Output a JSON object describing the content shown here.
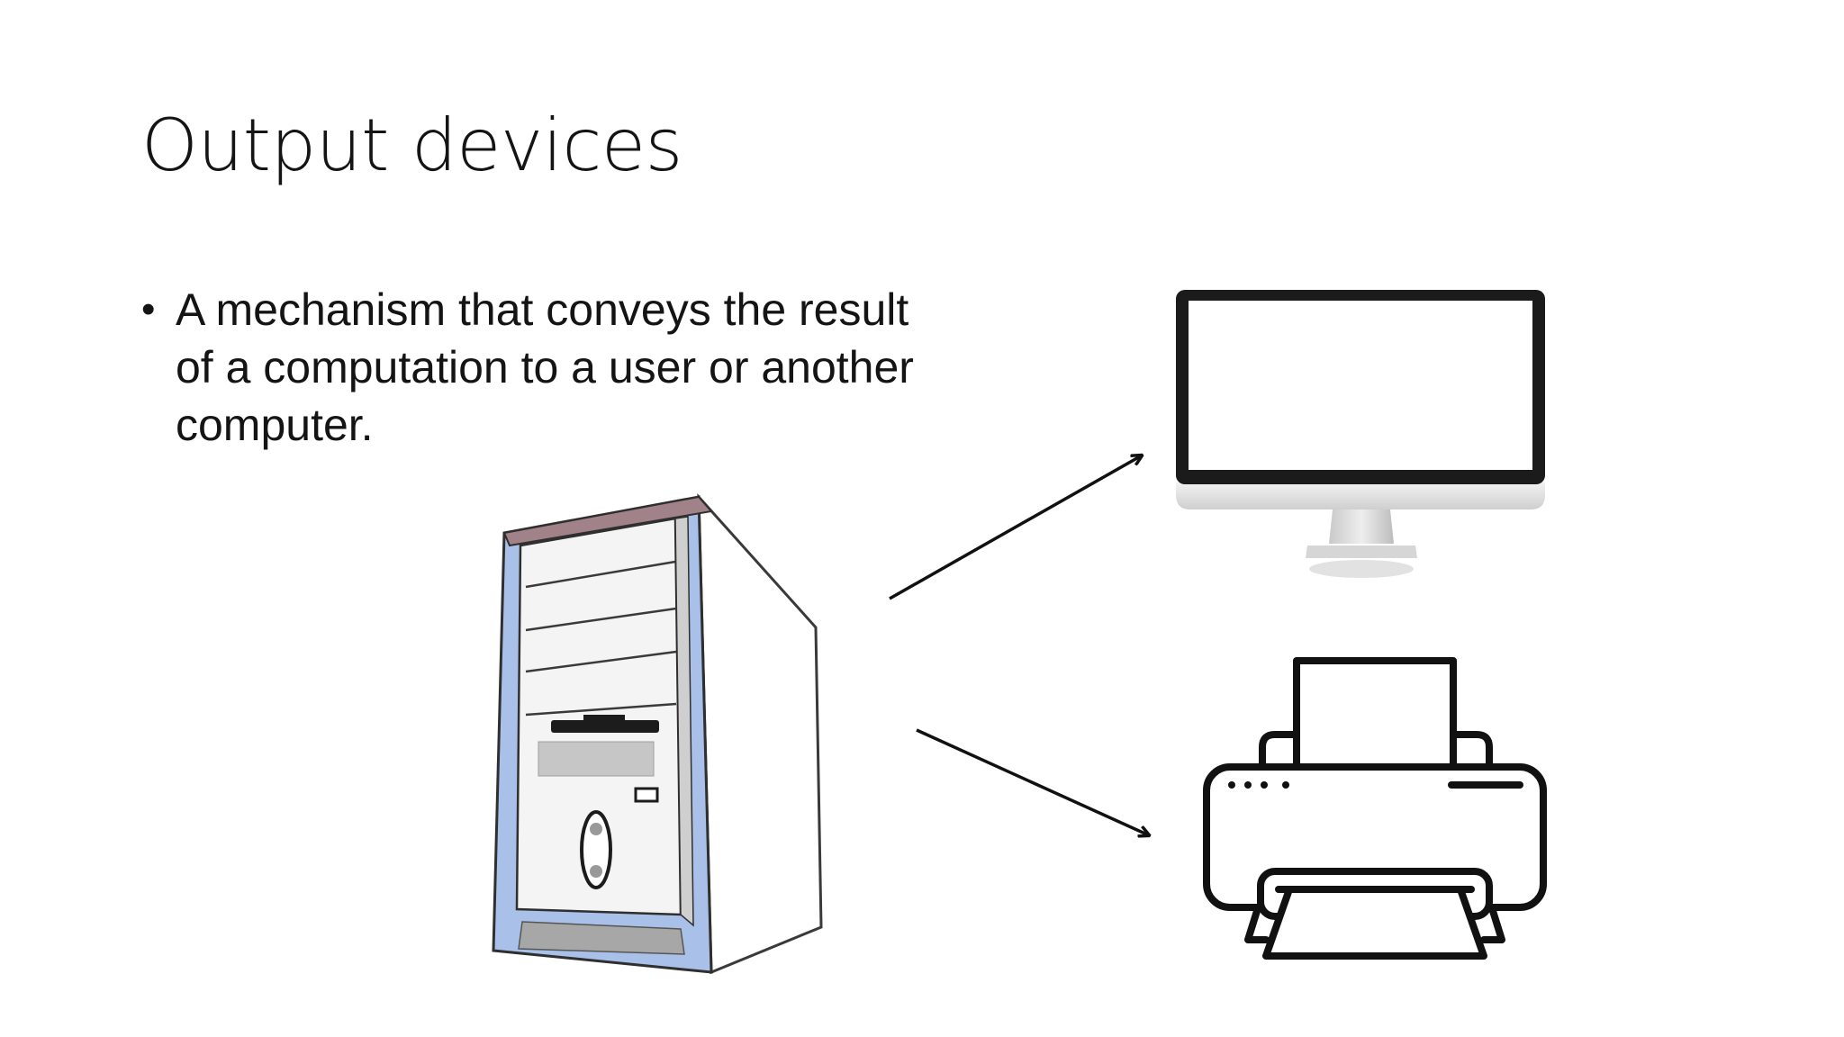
{
  "slide": {
    "title": "Output devices",
    "bullets": [
      {
        "marker": "•",
        "text": "A mechanism that conveys the result of a computation to a user or another computer."
      }
    ]
  },
  "illustration": {
    "items": [
      "computer-tower",
      "monitor",
      "printer"
    ],
    "arrow_color": "#111111",
    "tower_accent_color": "#a9c0e8",
    "tower_top_color": "#a08288"
  }
}
